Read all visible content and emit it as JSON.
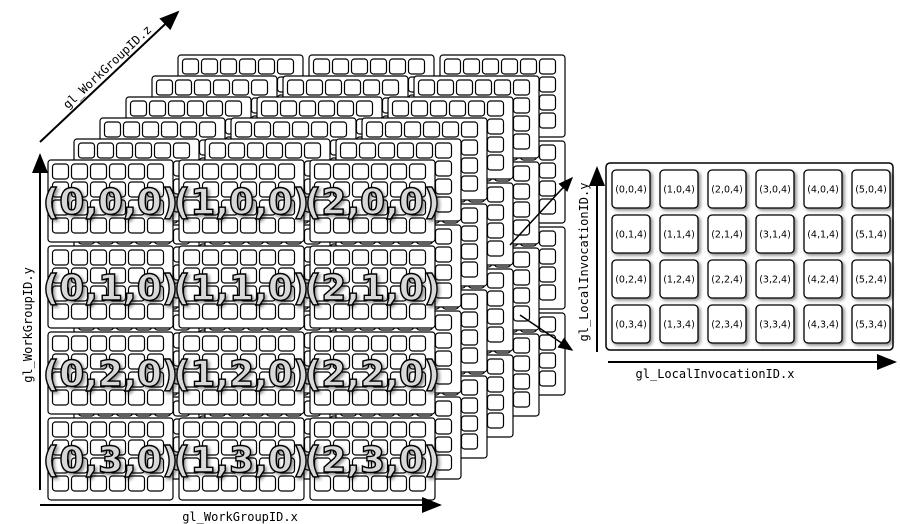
{
  "axes": {
    "workgroup_x": "gl_WorkGroupID.x",
    "workgroup_y": "gl_WorkGroupID.y",
    "workgroup_z": "gl_WorkGroupID.z",
    "local_x": "gl_LocalInvocationID.x",
    "local_y": "gl_LocalInvocationID.y"
  },
  "workgroups": [
    [
      "(0,0,0)",
      "(1,0,0)",
      "(2,0,0)"
    ],
    [
      "(0,1,0)",
      "(1,1,0)",
      "(2,1,0)"
    ],
    [
      "(0,2,0)",
      "(1,2,0)",
      "(2,2,0)"
    ],
    [
      "(0,3,0)",
      "(1,3,0)",
      "(2,3,0)"
    ]
  ],
  "invocations": [
    [
      "(0,0,4)",
      "(1,0,4)",
      "(2,0,4)",
      "(3,0,4)",
      "(4,0,4)",
      "(5,0,4)"
    ],
    [
      "(0,1,4)",
      "(1,1,4)",
      "(2,1,4)",
      "(3,1,4)",
      "(4,1,4)",
      "(5,1,4)"
    ],
    [
      "(0,2,4)",
      "(1,2,4)",
      "(2,2,4)",
      "(3,2,4)",
      "(4,2,4)",
      "(5,2,4)"
    ],
    [
      "(0,3,4)",
      "(1,3,4)",
      "(2,3,4)",
      "(3,3,4)",
      "(4,3,4)",
      "(5,3,4)"
    ]
  ]
}
